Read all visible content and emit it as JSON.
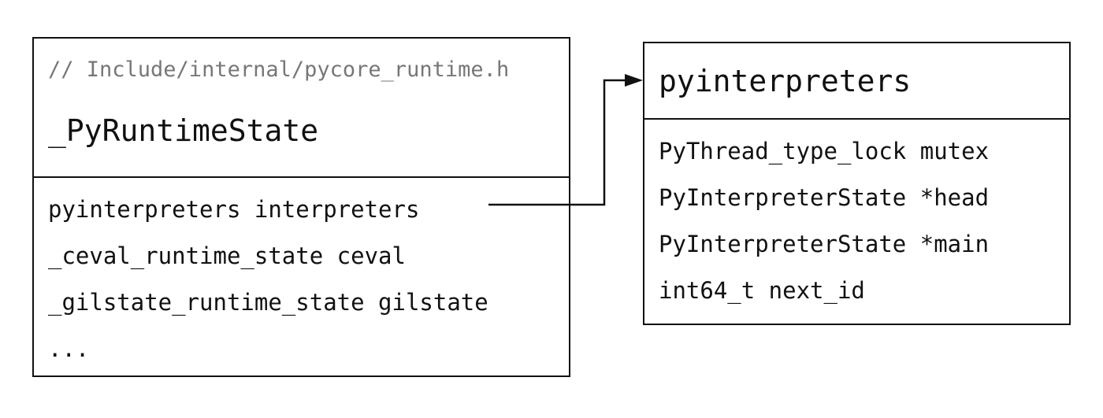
{
  "runtime_struct": {
    "comment": "// Include/internal/pycore_runtime.h",
    "title": "_PyRuntimeState",
    "fields": [
      "pyinterpreters interpreters",
      "_ceval_runtime_state ceval",
      "_gilstate_runtime_state gilstate",
      "..."
    ]
  },
  "interpreters_struct": {
    "title": "pyinterpreters",
    "fields": [
      "PyThread_type_lock mutex",
      "PyInterpreterState *head",
      "PyInterpreterState *main",
      "int64_t next_id"
    ]
  },
  "colors": {
    "line": "#111111",
    "comment": "#777777"
  }
}
